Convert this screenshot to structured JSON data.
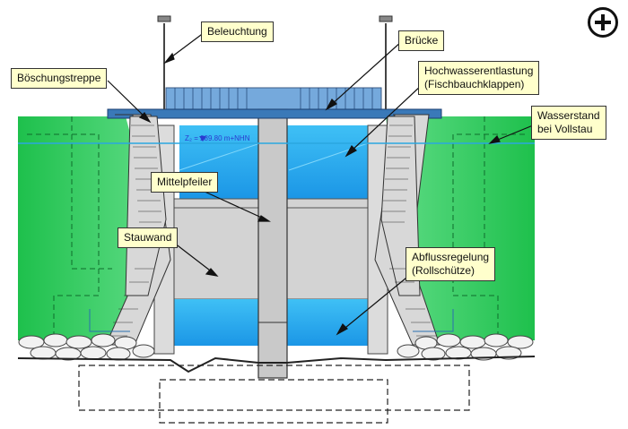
{
  "labels": {
    "beleuchtung": "Beleuchtung",
    "bruecke": "Brücke",
    "boeschungstreppe": "Böschungstreppe",
    "hochwasser_line1": "Hochwasserentlastung",
    "hochwasser_line2": "(Fischbauchklappen)",
    "wasserstand_line1": "Wasserstand",
    "wasserstand_line2": "bei Vollstau",
    "mittelpfeiler": "Mittelpfeiler",
    "stauwand": "Stauwand",
    "abfluss_line1": "Abflussregelung",
    "abfluss_line2": "(Rollschütze)",
    "water_level": "Z₂ = 289.80 m+NHN"
  },
  "icons": {
    "zoom": "zoom-in-plus-icon"
  },
  "colors": {
    "embankment": "#1fbf4a",
    "water": "#22a8ee",
    "concrete": "#d2d2d2",
    "callout_bg": "#ffffcc",
    "water_line": "#2aa7e0"
  }
}
